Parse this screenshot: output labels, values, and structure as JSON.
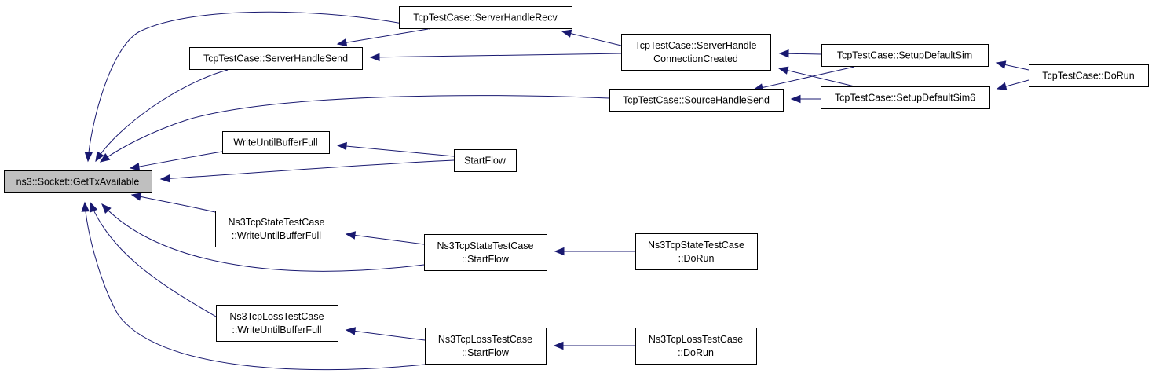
{
  "diagram": {
    "root": "ns3::Socket::GetTxAvailable",
    "nodes": [
      {
        "id": "root",
        "lines": [
          "ns3::Socket::GetTxAvailable"
        ]
      },
      {
        "id": "srv_recv",
        "lines": [
          "TcpTestCase::ServerHandleRecv"
        ]
      },
      {
        "id": "srv_send",
        "lines": [
          "TcpTestCase::ServerHandleSend"
        ]
      },
      {
        "id": "srv_conn",
        "lines": [
          "TcpTestCase::ServerHandle",
          "ConnectionCreated"
        ]
      },
      {
        "id": "setup_sim",
        "lines": [
          "TcpTestCase::SetupDefaultSim"
        ]
      },
      {
        "id": "tcp_dorun",
        "lines": [
          "TcpTestCase::DoRun"
        ]
      },
      {
        "id": "src_send",
        "lines": [
          "TcpTestCase::SourceHandleSend"
        ]
      },
      {
        "id": "setup_sim6",
        "lines": [
          "TcpTestCase::SetupDefaultSim6"
        ]
      },
      {
        "id": "wubf",
        "lines": [
          "WriteUntilBufferFull"
        ]
      },
      {
        "id": "startflow",
        "lines": [
          "StartFlow"
        ]
      },
      {
        "id": "state_wubf",
        "lines": [
          "Ns3TcpStateTestCase",
          "::WriteUntilBufferFull"
        ]
      },
      {
        "id": "state_sf",
        "lines": [
          "Ns3TcpStateTestCase",
          "::StartFlow"
        ]
      },
      {
        "id": "state_dorun",
        "lines": [
          "Ns3TcpStateTestCase",
          "::DoRun"
        ]
      },
      {
        "id": "loss_wubf",
        "lines": [
          "Ns3TcpLossTestCase",
          "::WriteUntilBufferFull"
        ]
      },
      {
        "id": "loss_sf",
        "lines": [
          "Ns3TcpLossTestCase",
          "::StartFlow"
        ]
      },
      {
        "id": "loss_dorun",
        "lines": [
          "Ns3TcpLossTestCase",
          "::DoRun"
        ]
      }
    ],
    "edges": [
      {
        "from": "srv_recv",
        "to": "root"
      },
      {
        "from": "srv_send",
        "to": "root"
      },
      {
        "from": "src_send",
        "to": "root"
      },
      {
        "from": "wubf",
        "to": "root"
      },
      {
        "from": "startflow",
        "to": "root"
      },
      {
        "from": "state_wubf",
        "to": "root"
      },
      {
        "from": "state_sf",
        "to": "root"
      },
      {
        "from": "loss_wubf",
        "to": "root"
      },
      {
        "from": "loss_sf",
        "to": "root"
      },
      {
        "from": "srv_recv",
        "to": "srv_send"
      },
      {
        "from": "srv_conn",
        "to": "srv_recv"
      },
      {
        "from": "srv_conn",
        "to": "srv_send"
      },
      {
        "from": "setup_sim",
        "to": "srv_conn"
      },
      {
        "from": "setup_sim6",
        "to": "srv_conn"
      },
      {
        "from": "setup_sim",
        "to": "src_send"
      },
      {
        "from": "setup_sim6",
        "to": "src_send"
      },
      {
        "from": "tcp_dorun",
        "to": "setup_sim"
      },
      {
        "from": "tcp_dorun",
        "to": "setup_sim6"
      },
      {
        "from": "startflow",
        "to": "wubf"
      },
      {
        "from": "state_sf",
        "to": "state_wubf"
      },
      {
        "from": "state_dorun",
        "to": "state_sf"
      },
      {
        "from": "loss_sf",
        "to": "loss_wubf"
      },
      {
        "from": "loss_dorun",
        "to": "loss_sf"
      }
    ],
    "colors": {
      "edge": "#191970",
      "root_fill": "#bfbfbf",
      "node_fill": "#ffffff",
      "border": "#000000"
    }
  }
}
